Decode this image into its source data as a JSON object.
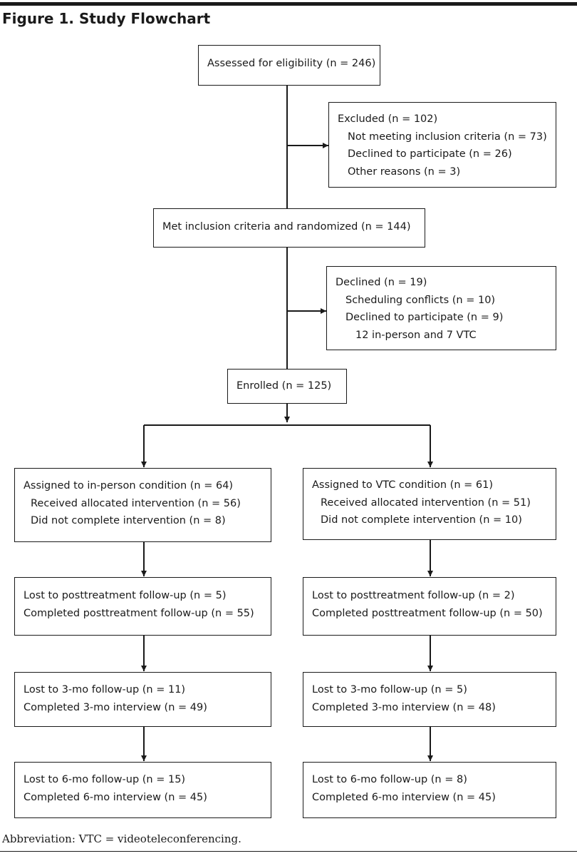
{
  "figure": {
    "title": "Figure 1. Study Flowchart",
    "caption": "Abbreviation: VTC = videoteleconferencing."
  },
  "boxes": {
    "assessed": {
      "lines": [
        "Assessed for eligibility (n = 246)"
      ]
    },
    "excluded": {
      "lines": [
        "Excluded  (n = 102)",
        "Not meeting inclusion criteria (n = 73)",
        "Declined to participate (n = 26)",
        "Other reasons (n = 3)"
      ]
    },
    "randomized": {
      "lines": [
        "Met inclusion criteria and randomized (n = 144)"
      ]
    },
    "declined": {
      "lines": [
        "Declined (n = 19)",
        "Scheduling conflicts (n = 10)",
        "Declined to participate (n = 9)",
        "12 in-person and 7 VTC"
      ]
    },
    "enrolled": {
      "lines": [
        "Enrolled (n = 125)"
      ]
    },
    "in_person_assigned": {
      "lines": [
        "Assigned to in-person condition (n = 64)",
        "Received allocated intervention (n = 56)",
        "Did not complete intervention (n = 8)"
      ]
    },
    "vtc_assigned": {
      "lines": [
        "Assigned to VTC condition (n =  61)",
        "Received allocated intervention (n = 51)",
        "Did not complete intervention (n = 10)"
      ]
    },
    "in_person_post": {
      "lines": [
        "Lost to posttreatment follow-up (n = 5)",
        "Completed posttreatment follow-up (n = 55)"
      ]
    },
    "vtc_post": {
      "lines": [
        "Lost to posttreatment follow-up (n = 2)",
        "Completed posttreatment follow-up (n = 50)"
      ]
    },
    "in_person_3mo": {
      "lines": [
        "Lost to 3-mo follow-up (n = 11)",
        "Completed 3-mo interview (n = 49)"
      ]
    },
    "vtc_3mo": {
      "lines": [
        "Lost to 3-mo follow-up (n = 5)",
        "Completed 3-mo interview (n = 48)"
      ]
    },
    "in_person_6mo": {
      "lines": [
        "Lost to 6-mo follow-up (n = 15)",
        "Completed 6-mo interview (n = 45)"
      ]
    },
    "vtc_6mo": {
      "lines": [
        "Lost to 6-mo follow-up (n = 8)",
        "Completed 6-mo interview (n = 45)"
      ]
    }
  }
}
